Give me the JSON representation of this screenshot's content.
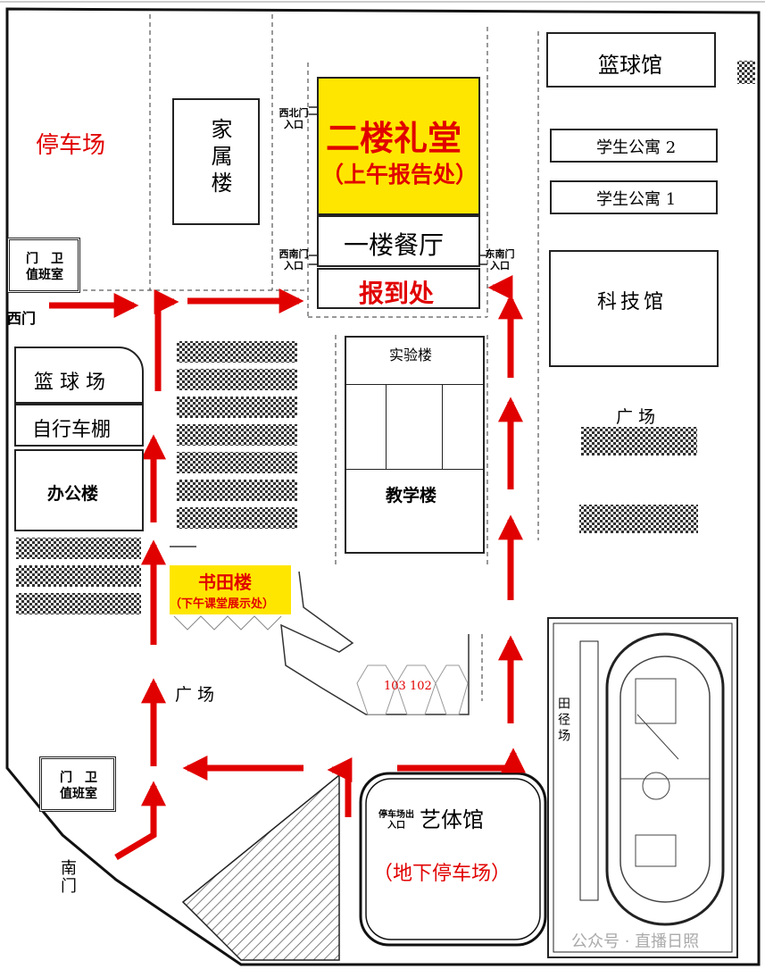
{
  "labels": {
    "parking_nw": "停车场",
    "family_building": "家属楼",
    "auditorium": "二楼礼堂",
    "auditorium_note": "（上午报告处）",
    "canteen": "一楼餐厅",
    "registration": "报到处",
    "nw_gate": "西北门入口",
    "sw_gate": "西南门入口",
    "se_gate": "东南门入口",
    "basketball_hall": "篮球馆",
    "dorm2": "学生公寓 2",
    "dorm1": "学生公寓 1",
    "tech_hall": "科技馆",
    "guard_west": "门　卫\n值班室",
    "west_gate": "西门",
    "basketball_court": "篮 球 场",
    "bike_shed": "自行车棚",
    "office": "办公楼",
    "lab": "实验楼",
    "teaching": "教学楼",
    "plaza_east": "广 场",
    "shutian": "书田楼",
    "shutian_note": "（下午课堂展示处）",
    "plaza_south": "广 场",
    "rooms": "103 102",
    "track": "田径场",
    "guard_south": "门　卫\n值班室",
    "south_gate": "南门",
    "parking_gate": "停车场出入口",
    "arts_hall": "艺体馆",
    "arts_note": "（地下停车场）",
    "watermark": "公众号 · 直播日照"
  },
  "colors": {
    "route": "#e10000",
    "highlight": "#ffe600",
    "building_border": "#222222"
  }
}
